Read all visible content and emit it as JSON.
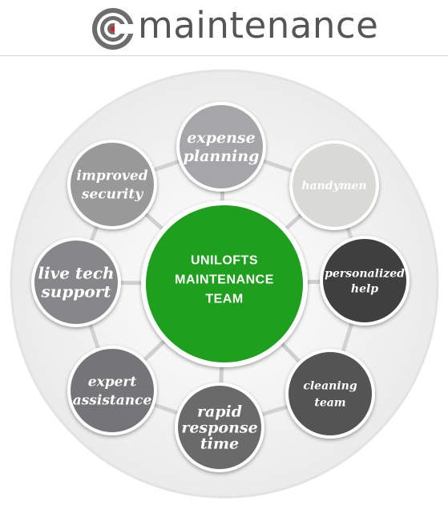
{
  "header": {
    "logo_text": "maintenance"
  },
  "diagram": {
    "center": {
      "lines": [
        "UNILOFTS",
        "MAINTENANCE",
        "TEAM"
      ],
      "color": "#1ea01e"
    },
    "nodes": [
      {
        "id": "expense-planning",
        "lines": [
          "expense",
          "planning"
        ],
        "color": "#a6a6a9"
      },
      {
        "id": "handymen",
        "lines": [
          "handymen"
        ],
        "color": "#d9d9d6"
      },
      {
        "id": "personalized-help",
        "lines": [
          "personalized",
          "help"
        ],
        "color": "#3f3f3f"
      },
      {
        "id": "cleaning-team",
        "lines": [
          "cleaning",
          "team"
        ],
        "color": "#545454"
      },
      {
        "id": "rapid-response-time",
        "lines": [
          "rapid",
          "response",
          "time"
        ],
        "color": "#6a6a6a"
      },
      {
        "id": "expert-assistance",
        "lines": [
          "expert",
          "assistance"
        ],
        "color": "#757577"
      },
      {
        "id": "live-tech-support",
        "lines": [
          "live tech",
          "support"
        ],
        "color": "#87878a"
      },
      {
        "id": "improved-security",
        "lines": [
          "improved",
          "security"
        ],
        "color": "#999999"
      }
    ]
  }
}
